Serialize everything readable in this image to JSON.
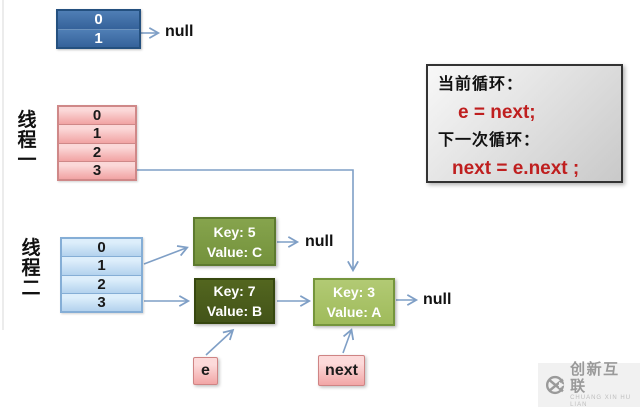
{
  "top_table": {
    "rows": [
      "0",
      "1"
    ],
    "null_label": "null"
  },
  "thread1": {
    "label": "线程一",
    "table_rows": [
      "0",
      "1",
      "2",
      "3"
    ]
  },
  "thread2": {
    "label": "线程二",
    "table_rows": [
      "0",
      "1",
      "2",
      "3"
    ]
  },
  "nodes": {
    "key5": {
      "key": "Key: 5",
      "value": "Value: C",
      "null_label": "null"
    },
    "key7": {
      "key": "Key: 7",
      "value": "Value: B"
    },
    "key3": {
      "key": "Key: 3",
      "value": "Value: A",
      "null_label": "null"
    }
  },
  "pointers": {
    "e": "e",
    "next": "next"
  },
  "code_panel": {
    "line1": "当前循环：",
    "line2": "e = next;",
    "line3": "下一次循环：",
    "line4": "next = e.next ;"
  },
  "watermark": {
    "title": "创新互联",
    "subtitle": "CHUANG XIN HU LIAN"
  },
  "colors": {
    "arrow": "#7f9fc6",
    "code_red": "#bf1f1f",
    "table_top_blue": "#35629a",
    "table_pink": "#f1a3a3",
    "table_light_blue": "#b3d2ee",
    "node_green_mid": "#74923c",
    "node_green_dark": "#435419",
    "node_green_pale": "#9fbb5b",
    "pointer_pink": "#f2a6a6",
    "panel_gray": "#c9c9c9"
  }
}
